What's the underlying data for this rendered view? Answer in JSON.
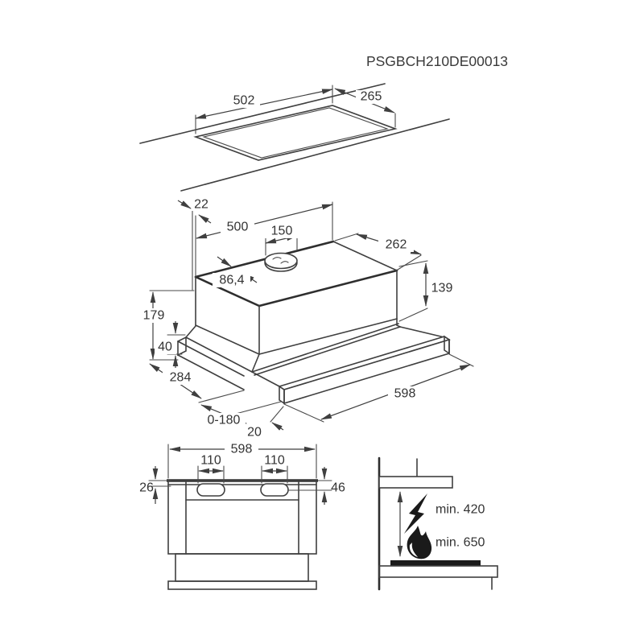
{
  "product_code": "PSGBCH210DE00013",
  "colors": {
    "line": "#3f3f3f",
    "text": "#333333",
    "icon": "#1a1a1a"
  },
  "top_view": {
    "description": "cabinet cutout opening",
    "dims": {
      "cutout_width": "502",
      "cutout_depth": "265"
    }
  },
  "iso_view": {
    "description": "hood body isometric",
    "dims": {
      "back_gap": "22",
      "body_width": "500",
      "duct_width": "150",
      "body_depth": "262",
      "duct_offset": "86,4",
      "body_height": "139",
      "total_height": "179",
      "bottom_height": "40",
      "total_depth": "284",
      "pullout_range": "0-180",
      "visor_thickness": "20",
      "visor_length": "598"
    }
  },
  "front_view": {
    "description": "hood front elevation",
    "dims": {
      "width": "598",
      "left_slot": "110",
      "right_slot": "110",
      "top_gap": "26",
      "slot_depth": "46"
    }
  },
  "side_view": {
    "description": "installation clearances above hob",
    "clearances": {
      "electric_hob": "min. 420",
      "gas_hob": "min. 650"
    },
    "icons": [
      "lightning-icon",
      "flame-icon"
    ]
  }
}
